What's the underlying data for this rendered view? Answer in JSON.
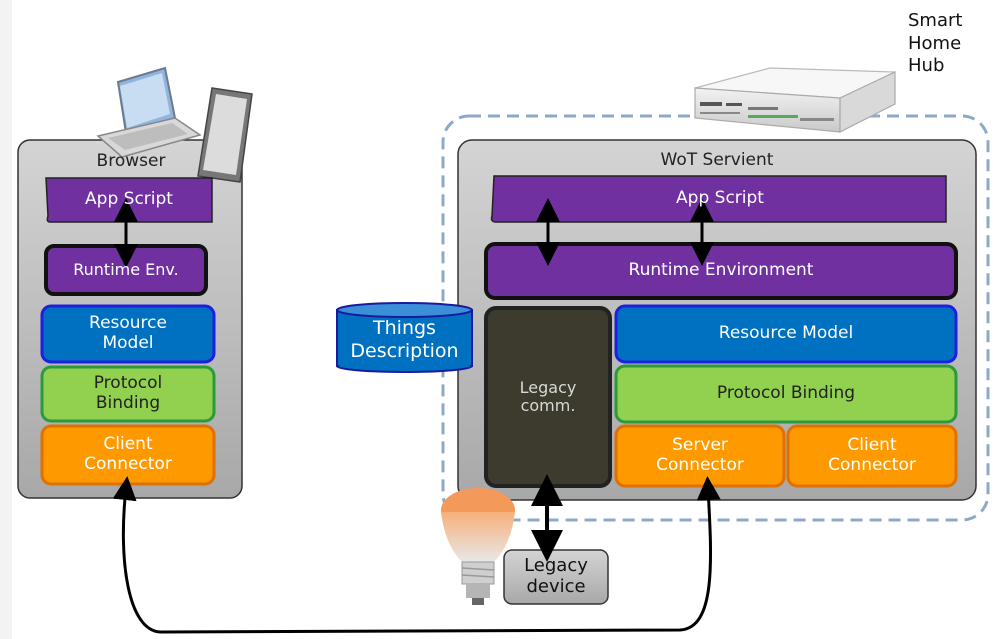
{
  "hub_label": [
    "Smart",
    "Home",
    "Hub"
  ],
  "browser": {
    "title": "Browser",
    "app_script": "App Script",
    "runtime": "Runtime Env.",
    "resource_model": [
      "Resource",
      "Model"
    ],
    "protocol_binding": [
      "Protocol",
      "Binding"
    ],
    "client_connector": [
      "Client",
      "Connector"
    ]
  },
  "servient": {
    "title": "WoT Servient",
    "app_script": "App Script",
    "runtime": "Runtime Environment",
    "legacy_comm": [
      "Legacy",
      "comm."
    ],
    "resource_model": "Resource Model",
    "protocol_binding": "Protocol Binding",
    "server_connector": [
      "Server",
      "Connector"
    ],
    "client_connector": [
      "Client",
      "Connector"
    ]
  },
  "things_description": [
    "Things",
    "Description"
  ],
  "legacy_device": [
    "Legacy",
    "device"
  ],
  "colors": {
    "purple": "#7030a0",
    "blue": "#0070c0",
    "green": "#92d050",
    "orange": "#ff9900",
    "dark_box": "#3d3a2e",
    "gray_box": "#b3b3b3",
    "dashed": "#8ea9c8"
  }
}
